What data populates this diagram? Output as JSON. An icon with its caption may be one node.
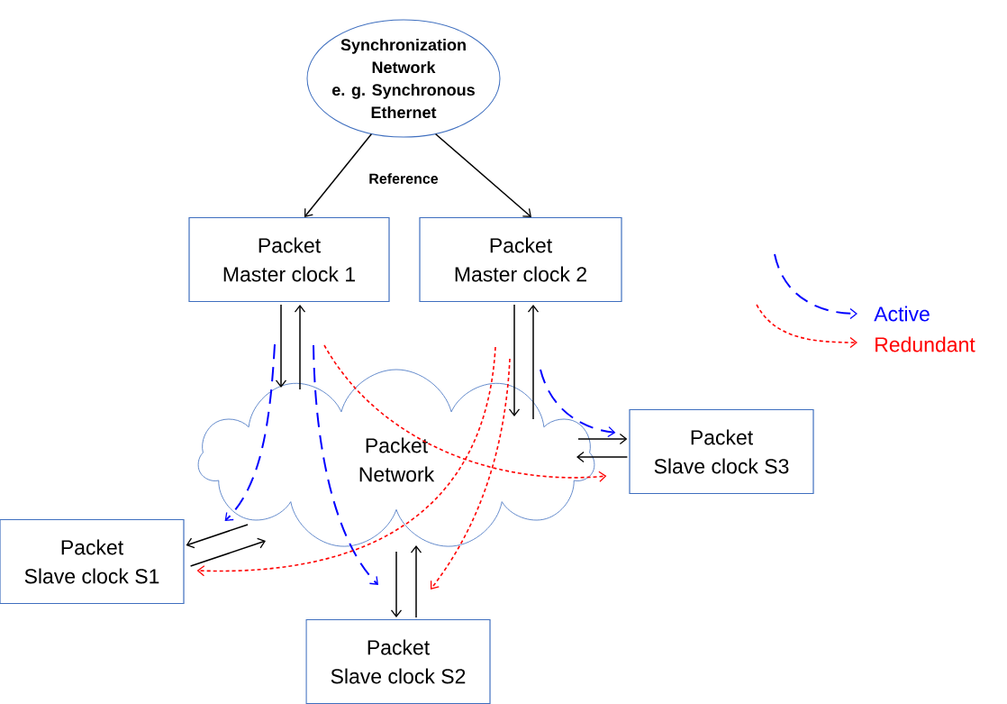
{
  "diagram": {
    "nodes": [
      {
        "text": [
          "Synchronization Network",
          "e. g. Synchronous Ethernet"
        ]
      },
      {
        "text": [
          "Packet",
          "Master clock 1"
        ]
      },
      {
        "text": [
          "Packet",
          "Master clock 2"
        ]
      },
      {
        "text": [
          "Packet Network"
        ]
      },
      {
        "text": [
          "Packet",
          "Slave clock S3"
        ]
      },
      {
        "text": [
          "Packet",
          "Slave clock S1"
        ]
      },
      {
        "text": [
          "Packet",
          "Slave clock S2"
        ]
      }
    ],
    "edges": [
      {
        "from": 0,
        "to": 1,
        "arrow": "to"
      },
      {
        "from": 0,
        "to": 2,
        "arrow": "to"
      },
      {
        "from": 1,
        "to": 3,
        "arrow": "to"
      },
      {
        "from": 3,
        "to": 1,
        "arrow": "to"
      },
      {
        "from": 2,
        "to": 3,
        "arrow": "to"
      },
      {
        "from": 3,
        "to": 2,
        "arrow": "to"
      },
      {
        "from": 3,
        "to": 4,
        "arrow": "to"
      },
      {
        "from": 4,
        "to": 3,
        "arrow": "to"
      },
      {
        "from": 3,
        "to": 5,
        "arrow": "to"
      },
      {
        "from": 5,
        "to": 3,
        "arrow": "to"
      },
      {
        "from": 3,
        "to": 6,
        "arrow": "to"
      },
      {
        "from": 6,
        "to": 3,
        "arrow": "to"
      },
      {
        "from": null,
        "to": 5,
        "arrow": "to",
        "style": "dashed",
        "color": "#0000ff"
      },
      {
        "from": null,
        "to": 6,
        "arrow": "to",
        "style": "dashed",
        "color": "#0000ff"
      },
      {
        "from": null,
        "to": 4,
        "arrow": "to",
        "style": "dashed",
        "color": "#0000ff"
      },
      {
        "from": null,
        "to": 4,
        "arrow": "to",
        "style": "dashed",
        "color": "#ff0000"
      },
      {
        "from": null,
        "to": 5,
        "arrow": "to",
        "style": "dashed",
        "color": "#ff0000"
      },
      {
        "from": null,
        "to": 6,
        "arrow": "to",
        "style": "dashed",
        "color": "#ff0000"
      }
    ],
    "labels": [
      "Reference"
    ],
    "legend": [
      {
        "text": "Active"
      },
      {
        "text": "Redundant"
      }
    ]
  }
}
